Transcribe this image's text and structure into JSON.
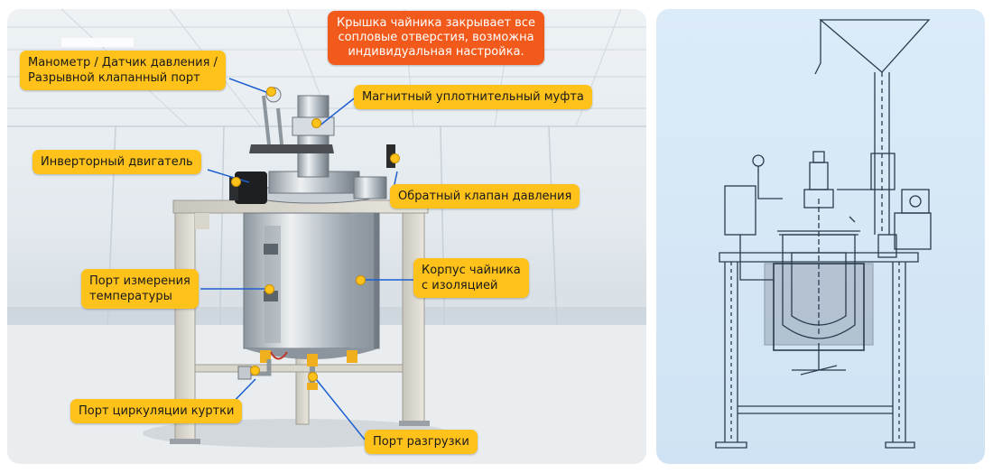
{
  "callouts": {
    "manometer": {
      "line1": "Манометр / Датчик давления /",
      "line2": "Разрывной клапанный порт"
    },
    "lid_note": {
      "line1": "Крышка чайника закрывает все",
      "line2": "сопловые отверстия, возможна",
      "line3": "индивидуальная настройка."
    },
    "magnetic_coupling": "Магнитный уплотнительный муфта",
    "inverter_motor": "Инверторный двигатель",
    "back_pressure_valve": "Обратный клапан давления",
    "temp_port": {
      "line1": "Порт измерения",
      "line2": "температуры"
    },
    "kettle_body": {
      "line1": "Корпус чайника",
      "line2": "с изоляцией"
    },
    "jacket_port": "Порт циркуляции куртки",
    "discharge_port": "Порт разгрузки"
  },
  "colors": {
    "callout_fill": "#ffc21a",
    "note_fill": "#f25a1c",
    "leader_line": "#1c5fd0"
  }
}
